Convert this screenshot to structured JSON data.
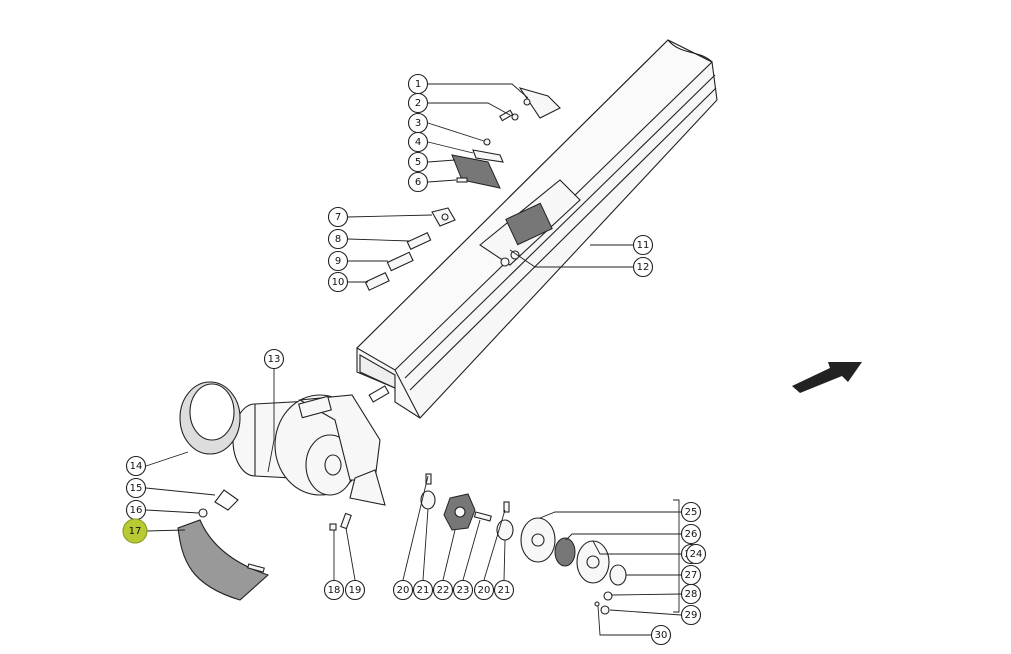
{
  "diagram": {
    "callouts": [
      {
        "id": "1",
        "label": "1"
      },
      {
        "id": "2",
        "label": "2"
      },
      {
        "id": "3",
        "label": "3"
      },
      {
        "id": "4",
        "label": "4"
      },
      {
        "id": "5",
        "label": "5"
      },
      {
        "id": "6",
        "label": "6"
      },
      {
        "id": "7",
        "label": "7"
      },
      {
        "id": "8",
        "label": "8"
      },
      {
        "id": "9",
        "label": "9"
      },
      {
        "id": "10",
        "label": "10"
      },
      {
        "id": "11",
        "label": "11"
      },
      {
        "id": "12",
        "label": "12"
      },
      {
        "id": "13",
        "label": "13"
      },
      {
        "id": "14",
        "label": "14"
      },
      {
        "id": "15",
        "label": "15"
      },
      {
        "id": "16",
        "label": "16"
      },
      {
        "id": "17",
        "label": "17",
        "highlighted": true
      },
      {
        "id": "18",
        "label": "18"
      },
      {
        "id": "19",
        "label": "19"
      },
      {
        "id": "20a",
        "label": "20"
      },
      {
        "id": "21a",
        "label": "21"
      },
      {
        "id": "22",
        "label": "22"
      },
      {
        "id": "23",
        "label": "23"
      },
      {
        "id": "20b",
        "label": "20"
      },
      {
        "id": "21b",
        "label": "21"
      },
      {
        "id": "25a",
        "label": "25"
      },
      {
        "id": "26",
        "label": "26"
      },
      {
        "id": "25b",
        "label": "25"
      },
      {
        "id": "27",
        "label": "27"
      },
      {
        "id": "28",
        "label": "28"
      },
      {
        "id": "29",
        "label": "29"
      },
      {
        "id": "30",
        "label": "30"
      },
      {
        "id": "24",
        "label": "24"
      }
    ],
    "colors": {
      "line": "#222222",
      "highlight": "#b7c933",
      "background": "#ffffff"
    }
  }
}
